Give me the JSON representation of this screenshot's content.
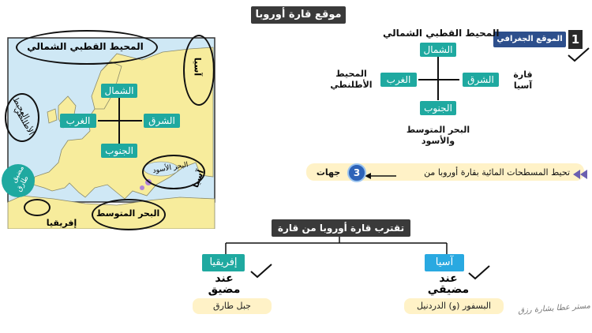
{
  "title": "موقع قارة أوروبا",
  "section1": {
    "number": "1",
    "label": "الموقع الجغرافي"
  },
  "compass_diagram": {
    "north": "الشمال",
    "south": "الجنوب",
    "east": "الشرق",
    "west": "الغرب",
    "north_label": "المحيط القطبي الشمالي",
    "south_label_line1": "البحر المتوسط",
    "south_label_line2": "والأسود",
    "east_label_line1": "قارة",
    "east_label_line2": "آسيا",
    "west_label_line1": "المحيط",
    "west_label_line2": "الأطلنطي"
  },
  "surround": {
    "text": "تحيط المسطحات المائية بقارة أوروبا من",
    "number": "3",
    "suffix": "جهات"
  },
  "map": {
    "arctic": "المحيط القطبي الشمالي",
    "atlantic_line1": "المحيط",
    "atlantic_line2": "الأطلنطي",
    "asia_top": "آسيا",
    "asia_mid": "آسيا",
    "north": "الشمال",
    "south": "الجنوب",
    "east": "الشرق",
    "west": "الغرب",
    "black_sea": "البحر الأسود",
    "mediterranean": "البحر المتوسط",
    "africa": "إفريقيا",
    "gibraltar_line1": "مضيق",
    "gibraltar_line2": "طارق"
  },
  "near_continents": {
    "title": "تقترب قارة أوروبا من قارة",
    "asia": {
      "name": "آسيا",
      "at_line1": "عند",
      "at_line2": "مضيقي",
      "straits": "البسفور (و) الدردنيل"
    },
    "africa": {
      "name": "إفريقيا",
      "at_line1": "عند",
      "at_line2": "مضيق",
      "strait": "جبل طارق"
    }
  },
  "signature": "مستر عطا بشارة رزق",
  "colors": {
    "teal": "#1fa9a0",
    "yellow_land": "#f7ec9c",
    "sea": "#cfe8f5",
    "tag_bg": "#fff2c7",
    "asia_blue": "#29a9e1"
  }
}
